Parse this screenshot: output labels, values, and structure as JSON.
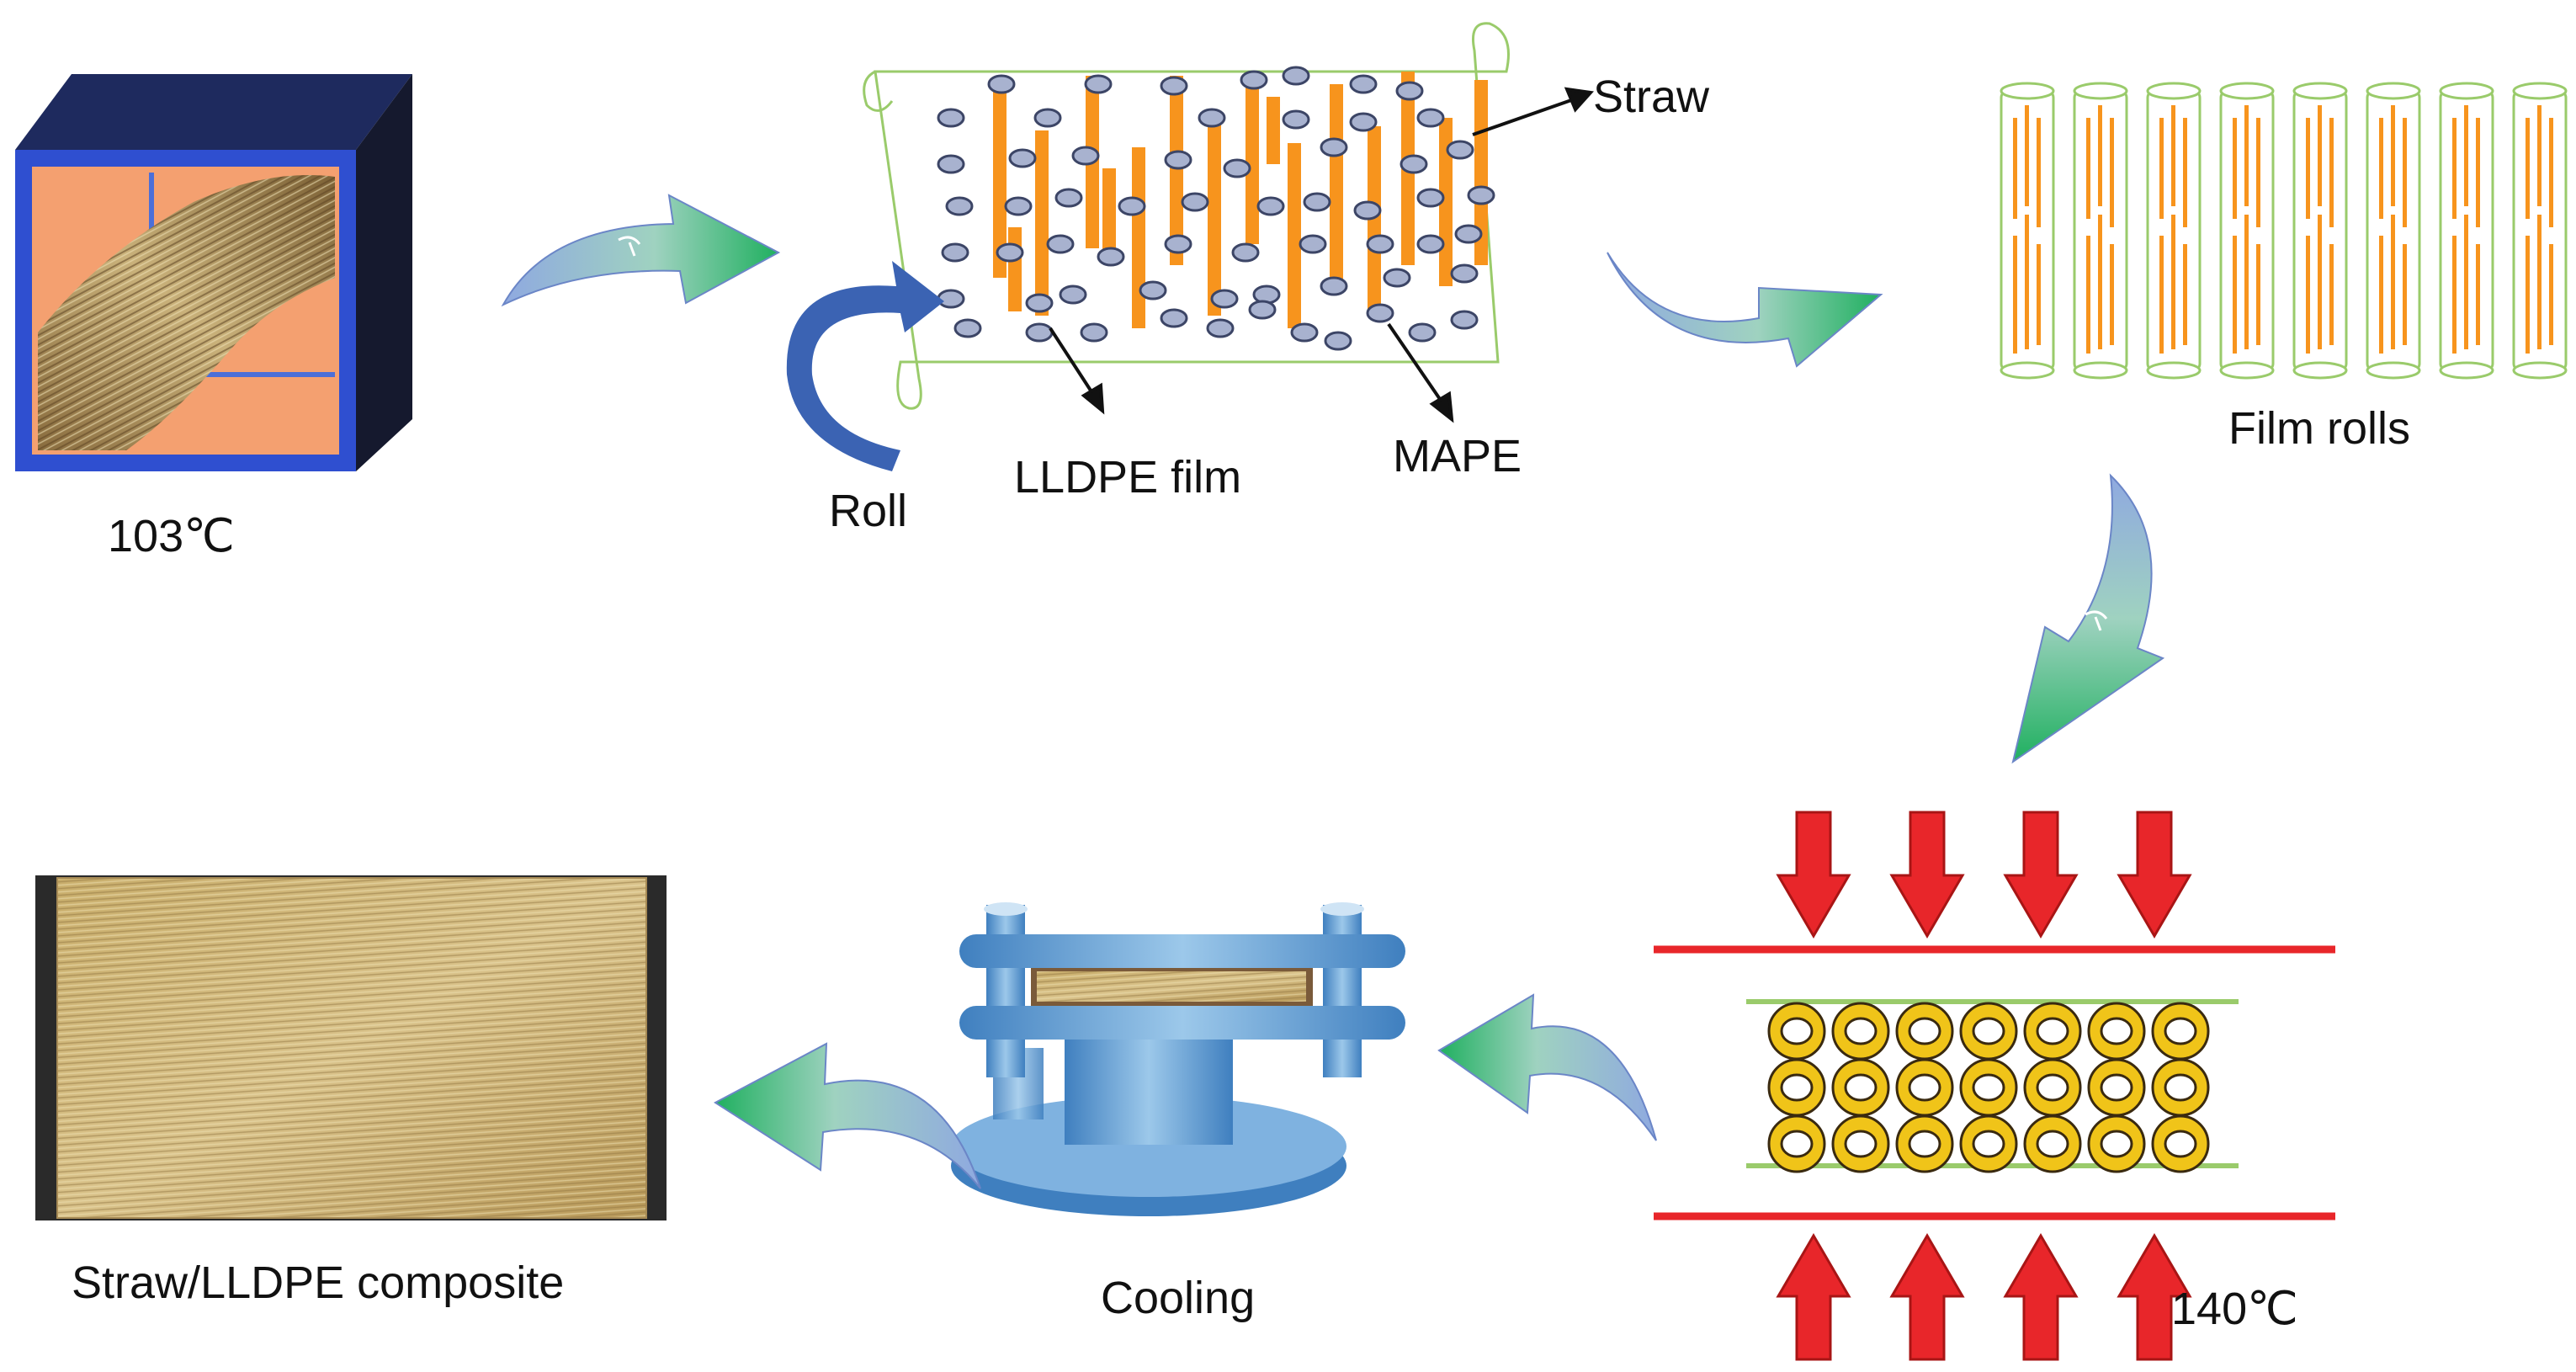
{
  "labels": {
    "dry_temp": "103℃",
    "straw": "Straw",
    "roll": "Roll",
    "lldpe_film": "LLDPE film",
    "mape": "MAPE",
    "film_rolls": "Film rolls",
    "press_temp": "140℃",
    "cooling": "Cooling",
    "composite": "Straw/LLDPE composite"
  },
  "colors": {
    "oven_blue": "#2f4fd0",
    "oven_dark": "#1a1f3a",
    "oven_inner": "#f4a070",
    "straw_orange": "#f7941d",
    "film_green": "#9acb6b",
    "press_red": "#e8262a",
    "ring_yellow": "#f0c419",
    "machine_blue": "#6aa7d8",
    "arrow_green": "#2db86a",
    "arrow_blue": "#7ba3d8"
  },
  "icons": [
    "oven-icon",
    "film-sheet-icon",
    "film-roll-icon",
    "hot-press-icon",
    "cooling-press-icon",
    "composite-board-image",
    "process-arrow-icon"
  ]
}
